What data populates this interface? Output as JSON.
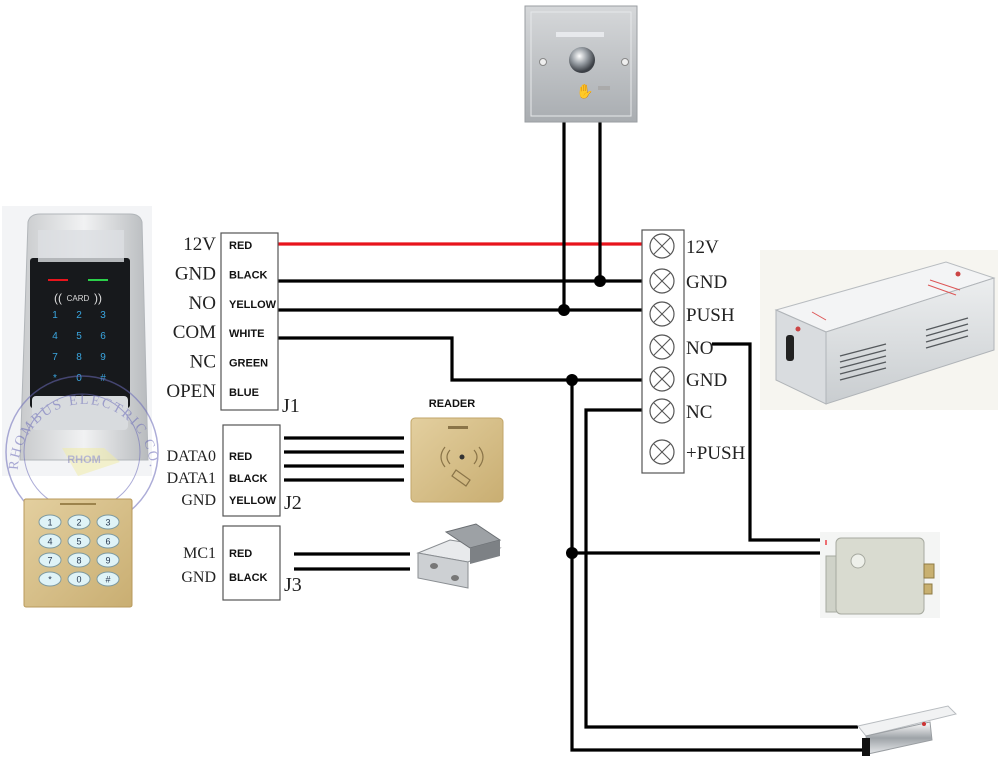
{
  "colors": {
    "wire_red": "#e8141c",
    "wire_black": "#000000",
    "watermark": "#6a6ab8"
  },
  "keypad_reader": {
    "name": "keypad-card-reader",
    "card_label": "CARD",
    "keys": [
      "1",
      "2",
      "3",
      "4",
      "5",
      "6",
      "7",
      "8",
      "9",
      "*",
      "0",
      "#"
    ]
  },
  "keypad_gold": {
    "keys": [
      "1",
      "2",
      "3",
      "4",
      "5",
      "6",
      "7",
      "8",
      "9",
      "*",
      "0",
      "#"
    ]
  },
  "watermark": {
    "text": "RHOMBUS ELECTRIC CO.,LTD",
    "logo": "RHOM"
  },
  "j1": {
    "label": "J1",
    "pins": [
      {
        "signal": "12V",
        "color": "RED"
      },
      {
        "signal": "GND",
        "color": "BLACK"
      },
      {
        "signal": "NO",
        "color": "YELLOW"
      },
      {
        "signal": "COM",
        "color": "WHITE"
      },
      {
        "signal": "NC",
        "color": "GREEN"
      },
      {
        "signal": "OPEN",
        "color": "BLUE"
      }
    ]
  },
  "j2": {
    "label": "J2",
    "pins": [
      {
        "signal": "DATA0",
        "color": "RED"
      },
      {
        "signal": "DATA1",
        "color": "BLACK"
      },
      {
        "signal": "GND",
        "color": "YELLOW"
      }
    ]
  },
  "j3": {
    "label": "J3",
    "pins": [
      {
        "signal": "MC1",
        "color": "RED"
      },
      {
        "signal": "GND",
        "color": "BLACK"
      }
    ]
  },
  "reader": {
    "label": "READER"
  },
  "power_supply": {
    "terminals": [
      "12V",
      "GND",
      "PUSH",
      "NO",
      "GND",
      "NC",
      "+PUSH"
    ]
  },
  "devices": {
    "exit_button": "exit-push-button",
    "power_supply_unit": "power-supply-box",
    "rim_lock": "electric-rim-lock",
    "bolt_lock": "electric-bolt-lock",
    "door_sensor": "magnetic-door-contact"
  }
}
